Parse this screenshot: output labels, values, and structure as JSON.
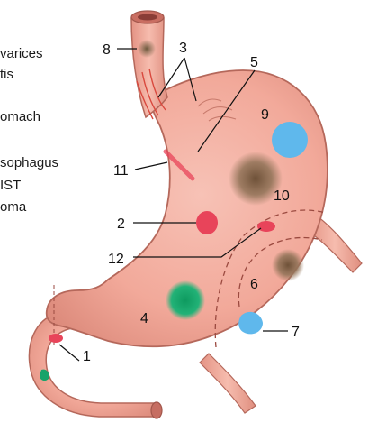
{
  "legend": {
    "lines": [
      "varices",
      "tis",
      "",
      "omach",
      "",
      "sophagus",
      "IST",
      "oma"
    ]
  },
  "labels": [
    "1",
    "2",
    "3",
    "4",
    "5",
    "6",
    "7",
    "8",
    "9",
    "10",
    "11",
    "12"
  ],
  "colors": {
    "stomach": "#f2a99a",
    "stomach_outline": "#b5685b",
    "red_lesion": "#e8445a",
    "blue_lesion": "#5fb8ec",
    "green_lesion": "#18a36a",
    "brown_lesion": "#8a6a4e"
  }
}
